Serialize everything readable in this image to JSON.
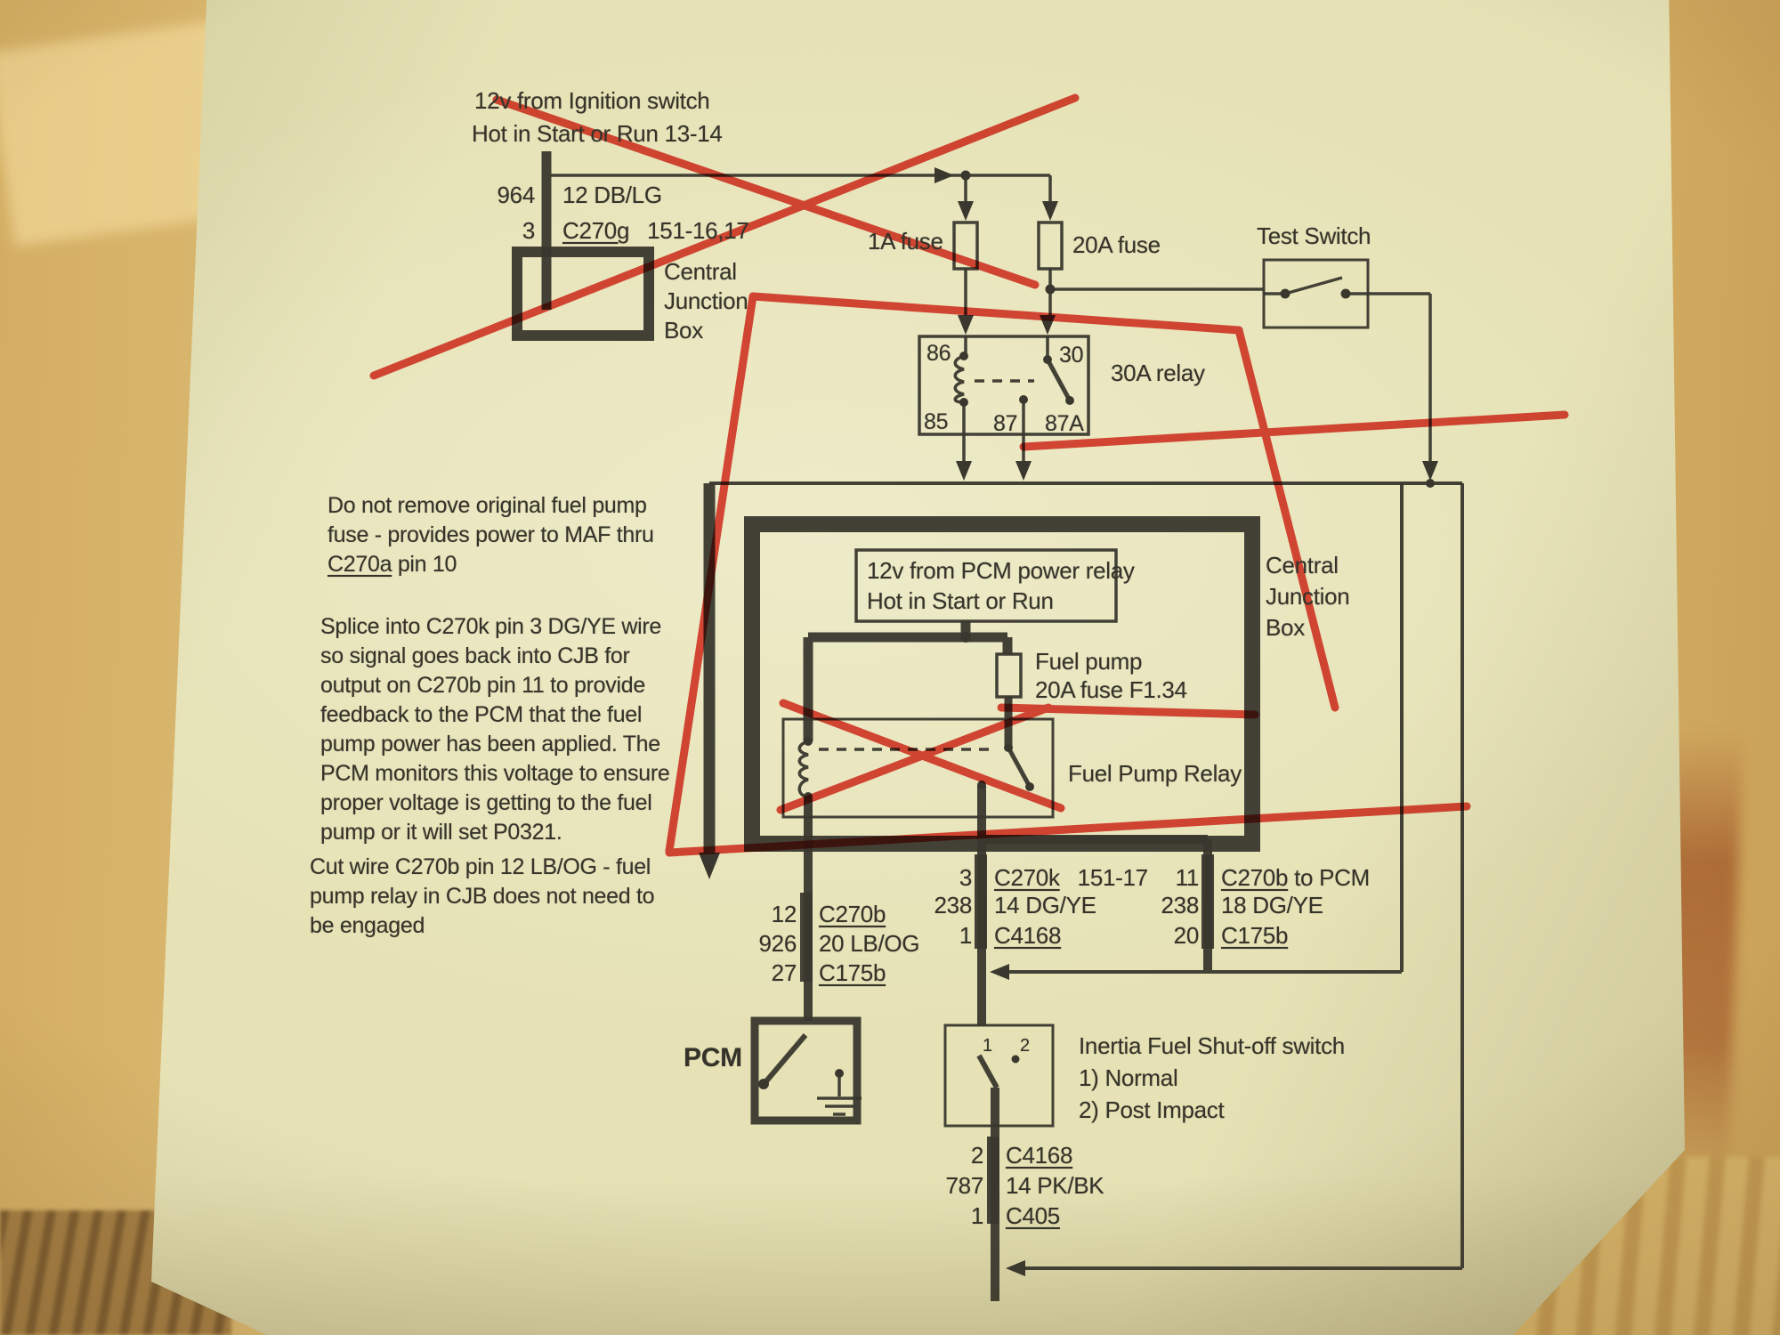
{
  "colors": {
    "red_marker": "#dd2417",
    "paper": "#e6e2b5",
    "ink": "#3a382e",
    "wood": "#d8b46a"
  },
  "diagram": {
    "ignition_source": {
      "line1": "12v from Ignition switch",
      "line2": "Hot in Start or Run  13-14"
    },
    "ignition_connector": {
      "rows": [
        {
          "pin": "964",
          "name": "12 DB/LG",
          "extra": ""
        },
        {
          "pin": "3",
          "name": "C270g",
          "extra": "151-16,17"
        }
      ]
    },
    "cjb_top_label": {
      "line1": "Central",
      "line2": "Junction",
      "line3": "Box"
    },
    "fuse_1a": "1A fuse",
    "fuse_20a": "20A fuse",
    "test_switch": "Test Switch",
    "relay30": {
      "pin_86": "86",
      "pin_30": "30",
      "pin_85": "85",
      "pin_87": "87",
      "pin_87a": "87A",
      "label": "30A relay"
    },
    "notes": {
      "note1_pre": "Do not remove original fuel pump\nfuse  - provides power to MAF thru\n",
      "note1_link": "C270a",
      "note1_post": " pin 10",
      "note2": "Splice into C270k pin 3 DG/YE wire\nso signal goes back into CJB for\noutput on C270b pin 11 to provide\nfeedback to the PCM that the fuel\npump power has been applied. The\nPCM monitors this voltage to ensure\nproper voltage is getting to the fuel\npump or it will set P0321.",
      "note3": "Cut wire C270b pin 12 LB/OG - fuel\npump relay in CJB does not need to\nbe engaged"
    },
    "cjb_main": {
      "source_line1": "12v from PCM power relay",
      "source_line2": "Hot in Start or Run",
      "fuse_line1": "Fuel pump",
      "fuse_line2": "20A fuse F1.34",
      "relay_label": "Fuel Pump Relay",
      "box_label_line1": "Central",
      "box_label_line2": "Junction",
      "box_label_line3": "Box"
    },
    "connector_a": {
      "rows": [
        {
          "pin": "3",
          "name": "C270k",
          "extra": "151-17"
        },
        {
          "pin": "238",
          "name": "14 DG/YE",
          "extra": ""
        },
        {
          "pin": "1",
          "name": "C4168",
          "extra": ""
        }
      ]
    },
    "connector_b": {
      "rows": [
        {
          "pin": "11",
          "name": "C270b",
          "extra": "to PCM"
        },
        {
          "pin": "238",
          "name": "18 DG/YE",
          "extra": ""
        },
        {
          "pin": "20",
          "name": "C175b",
          "extra": ""
        }
      ]
    },
    "connector_c": {
      "rows": [
        {
          "pin": "12",
          "name": "C270b",
          "extra": ""
        },
        {
          "pin": "926",
          "name": "20 LB/OG",
          "extra": ""
        },
        {
          "pin": "27",
          "name": "C175b",
          "extra": ""
        }
      ]
    },
    "connector_d": {
      "rows": [
        {
          "pin": "2",
          "name": "C4168",
          "extra": ""
        },
        {
          "pin": "787",
          "name": "14 PK/BK",
          "extra": ""
        },
        {
          "pin": "1",
          "name": "C405",
          "extra": ""
        }
      ]
    },
    "pcm_label": "PCM",
    "inertia": {
      "title": "Inertia Fuel Shut-off switch",
      "item1": "1) Normal",
      "item2": "2) Post Impact",
      "pin1": "1",
      "pin2": "2"
    }
  }
}
